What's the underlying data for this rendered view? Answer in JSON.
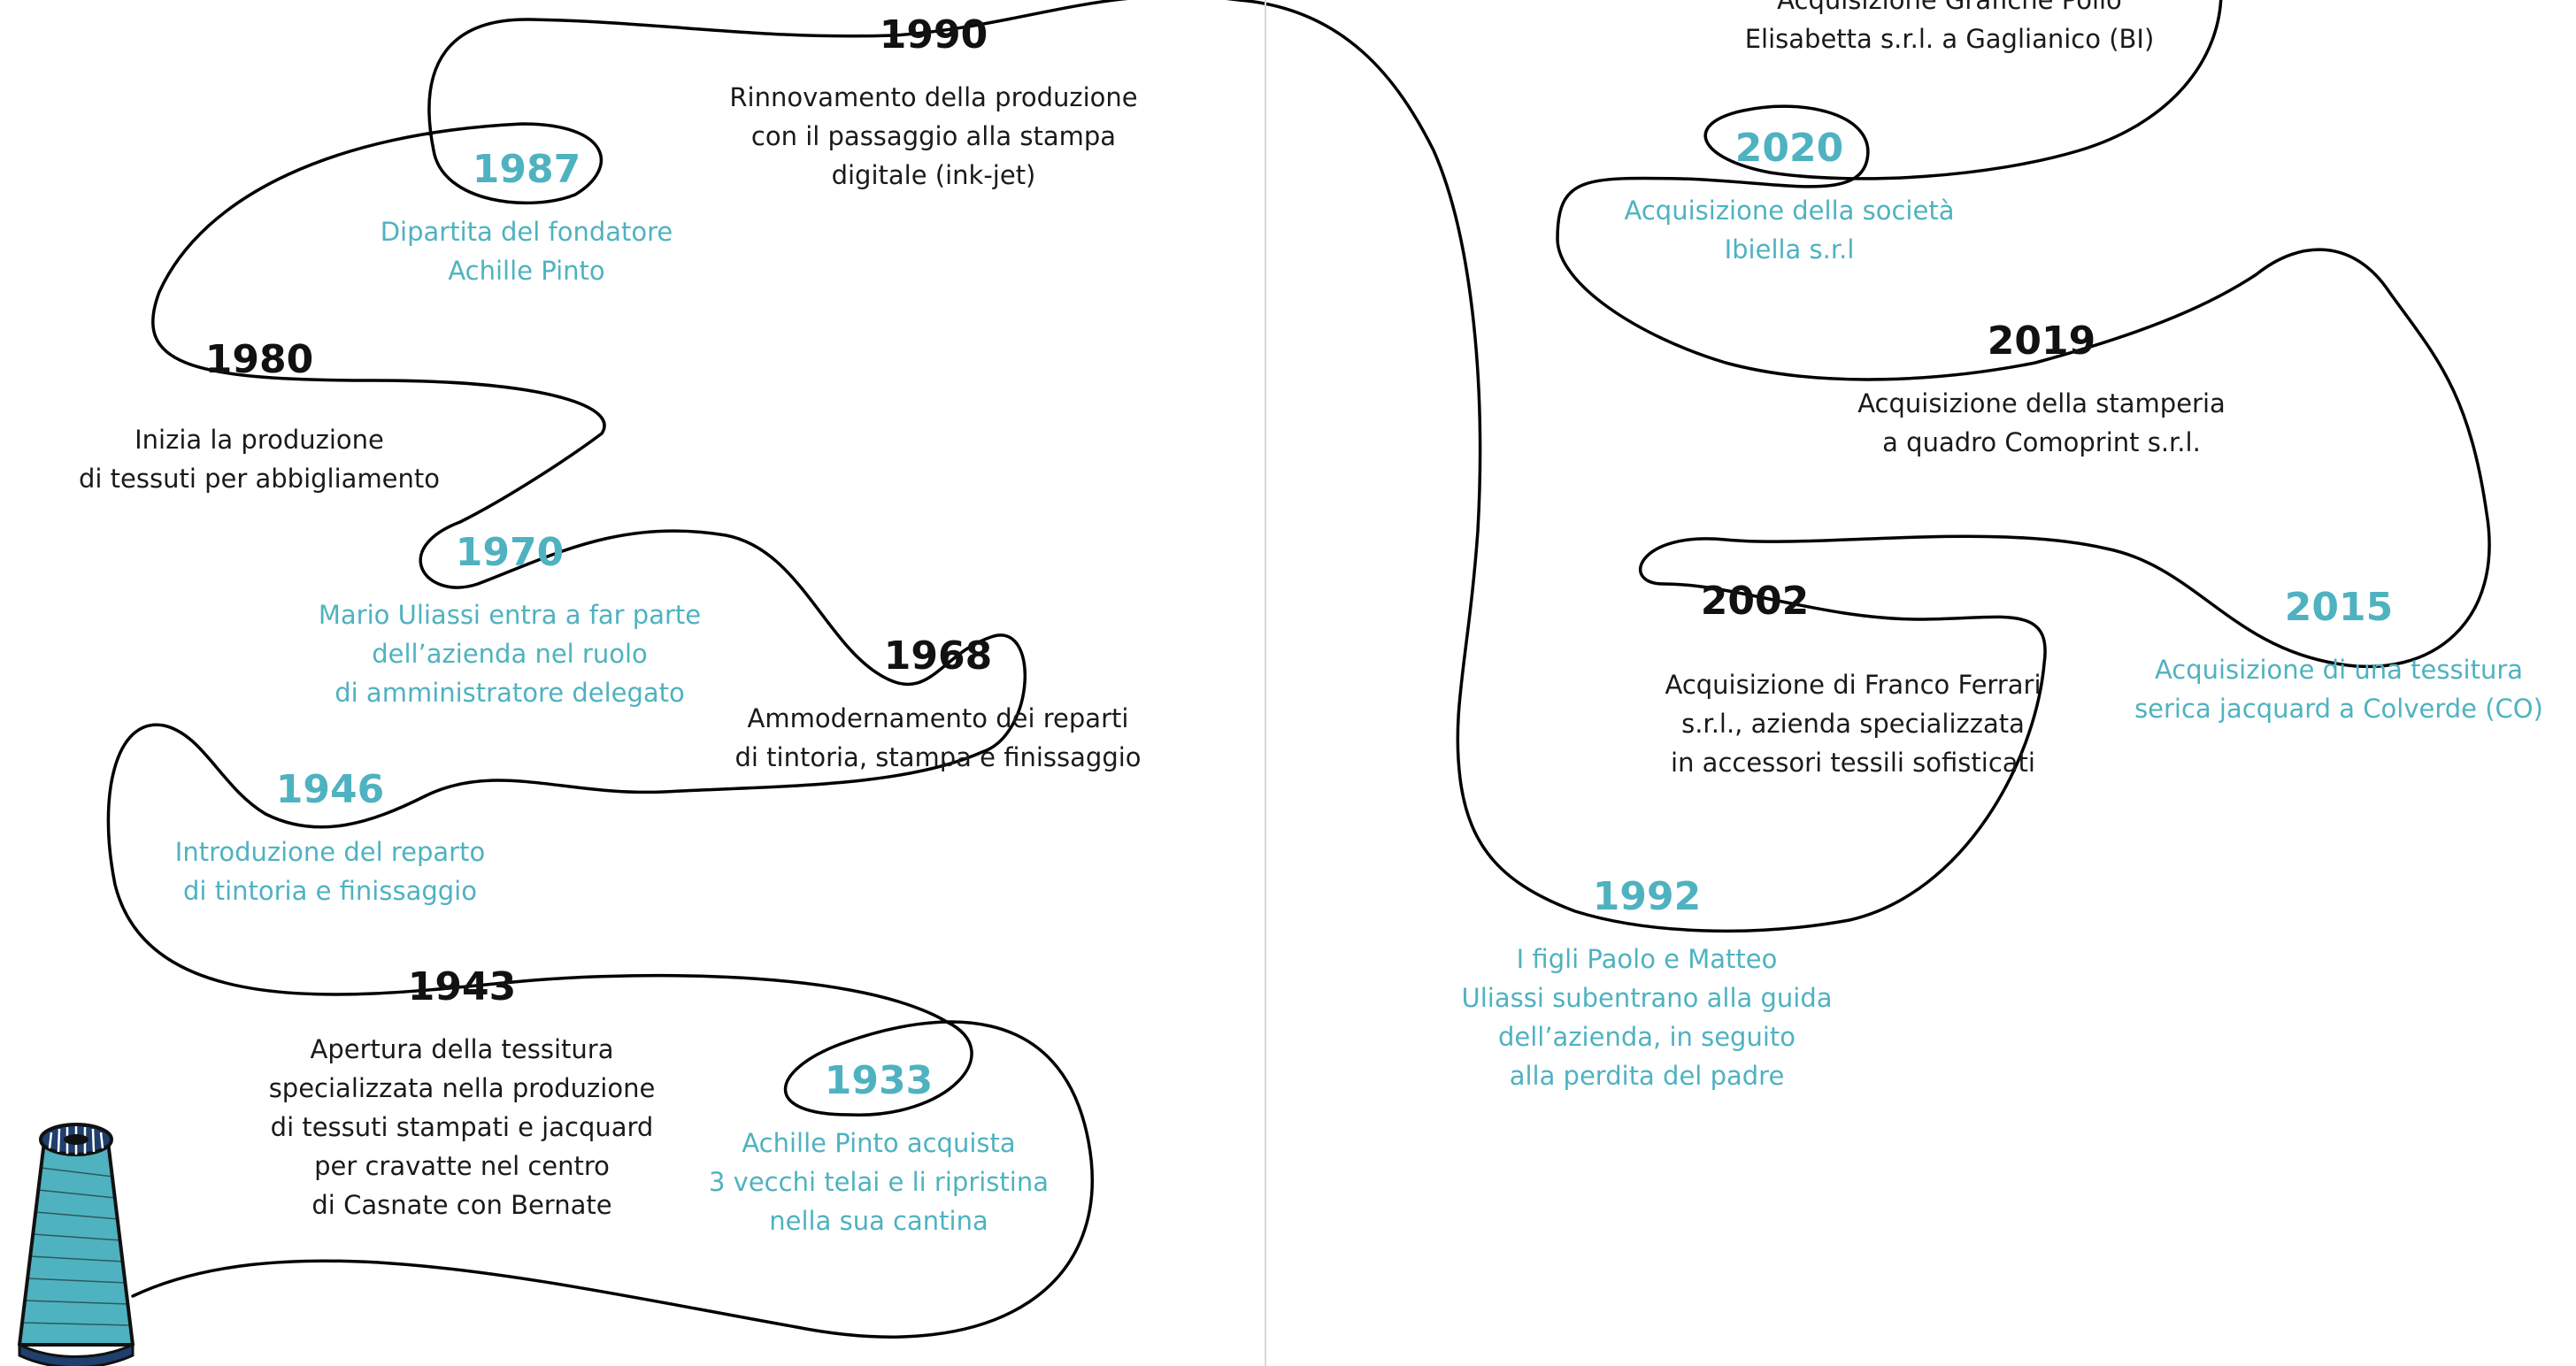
{
  "colors": {
    "accent": "#4fb2c0",
    "text": "#111111",
    "thread": "#000000",
    "divider": "#d8d8d8"
  },
  "top_cut_text": {
    "line1": "Acquisizione Grafiche Pollo",
    "line2": "Elisabetta s.r.l. a Gaglianico (BI)"
  },
  "events": [
    {
      "year": "1990",
      "lines": [
        "Rinnovamento della produzione",
        "con il passaggio alla stampa",
        "digitale (ink-jet)"
      ]
    },
    {
      "year": "1987",
      "lines": [
        "Dipartita del fondatore",
        "Achille Pinto"
      ]
    },
    {
      "year": "1980",
      "lines": [
        "Inizia la produzione",
        "di tessuti per abbigliamento"
      ]
    },
    {
      "year": "1970",
      "lines": [
        "Mario Uliassi entra a far parte",
        "dell’azienda nel ruolo",
        "di amministratore delegato"
      ]
    },
    {
      "year": "1968",
      "lines": [
        "Ammodernamento dei reparti",
        "di tintoria, stampa e finissaggio"
      ]
    },
    {
      "year": "1946",
      "lines": [
        "Introduzione del reparto",
        "di tintoria e finissaggio"
      ]
    },
    {
      "year": "1943",
      "lines": [
        "Apertura della tessitura",
        "specializzata nella produzione",
        "di tessuti stampati e jacquard",
        "per cravatte nel centro",
        "di Casnate con Bernate"
      ]
    },
    {
      "year": "1933",
      "lines": [
        "Achille Pinto acquista",
        "3 vecchi telai e li ripristina",
        "nella sua cantina"
      ]
    },
    {
      "year": "2020",
      "lines": [
        "Acquisizione della società",
        "Ibiella s.r.l"
      ]
    },
    {
      "year": "2019",
      "lines": [
        "Acquisizione della stamperia",
        "a quadro Comoprint s.r.l."
      ]
    },
    {
      "year": "2002",
      "lines": [
        "Acquisizione di Franco Ferrari",
        "s.r.l., azienda specializzata",
        "in accessori tessili sofisticati"
      ]
    },
    {
      "year": "2015",
      "lines": [
        "Acquisizione di una tessitura",
        "serica jacquard a Colverde (CO)"
      ]
    },
    {
      "year": "1992",
      "lines": [
        "I figli Paolo e Matteo",
        "Uliassi subentrano alla guida",
        "dell’azienda, in seguito",
        "alla perdita del padre"
      ]
    }
  ]
}
